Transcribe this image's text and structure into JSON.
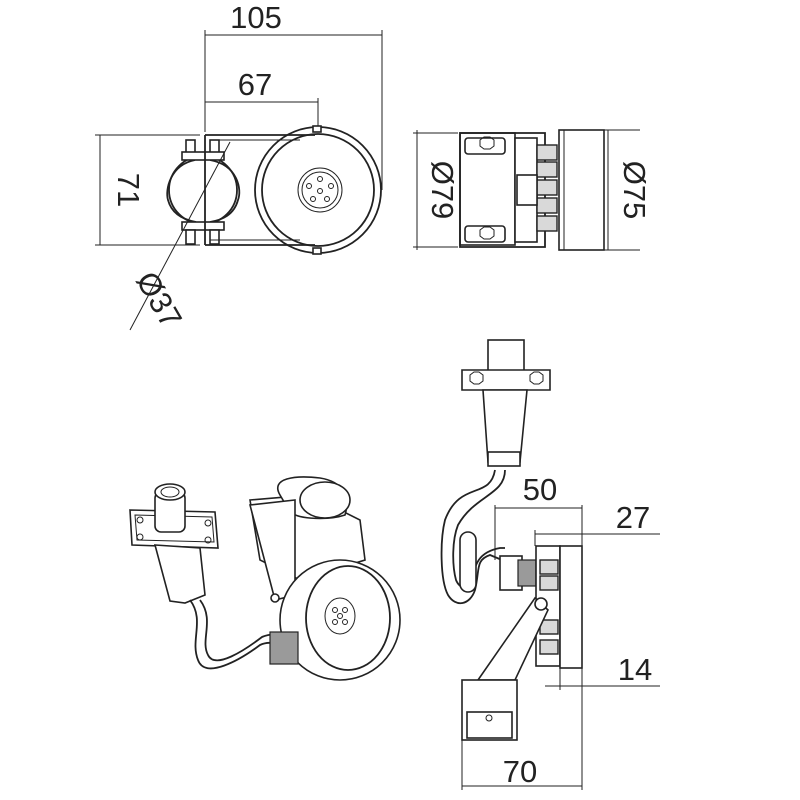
{
  "dimensions": {
    "top_width": "105",
    "top_offset": "67",
    "clamp_height": "71",
    "tube_diameter": "Ø37",
    "body_diameter": "Ø79",
    "lens_diameter": "Ø75",
    "side_depth": "50",
    "bracket_depth": "27",
    "lens_thickness": "14",
    "base_width": "70"
  },
  "colors": {
    "line": "#222222",
    "fill_light": "#d9d9d9",
    "fill_dark": "#9a9a9a",
    "background": "#ffffff"
  }
}
